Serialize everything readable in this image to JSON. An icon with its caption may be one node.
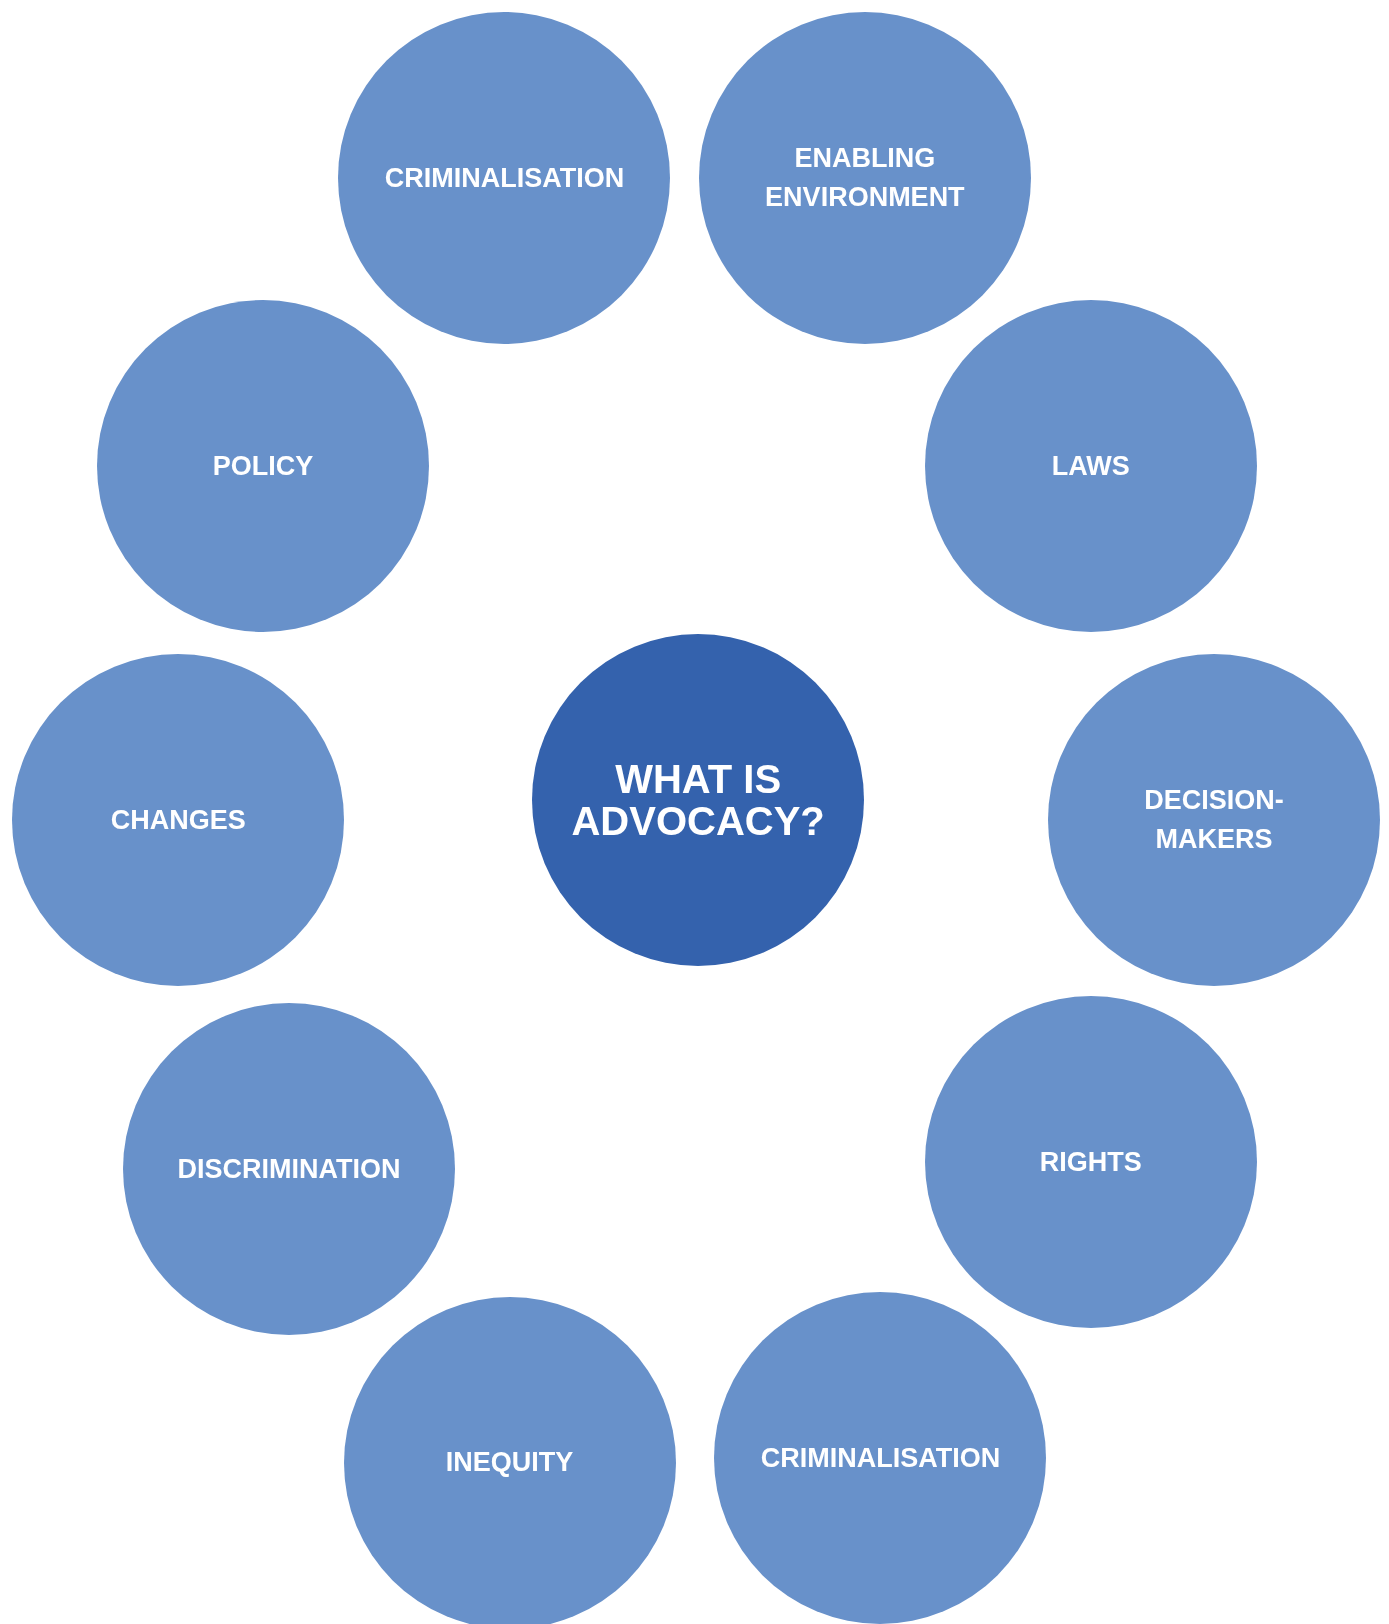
{
  "diagram": {
    "nodes": [
      {
        "text": [
          "WHAT IS ADVOCACY?"
        ]
      },
      {
        "text": [
          "CRIMINALISATION"
        ]
      },
      {
        "text": [
          "ENABLING ENVIRONMENT"
        ]
      },
      {
        "text": [
          "LAWS"
        ]
      },
      {
        "text": [
          "DECISION-MAKERS"
        ]
      },
      {
        "text": [
          "RIGHTS"
        ]
      },
      {
        "text": [
          "CRIMINALISATION"
        ]
      },
      {
        "text": [
          "INEQUITY"
        ]
      },
      {
        "text": [
          "DISCRIMINATION"
        ]
      },
      {
        "text": [
          "CHANGES"
        ]
      },
      {
        "text": [
          "POLICY"
        ]
      }
    ]
  }
}
